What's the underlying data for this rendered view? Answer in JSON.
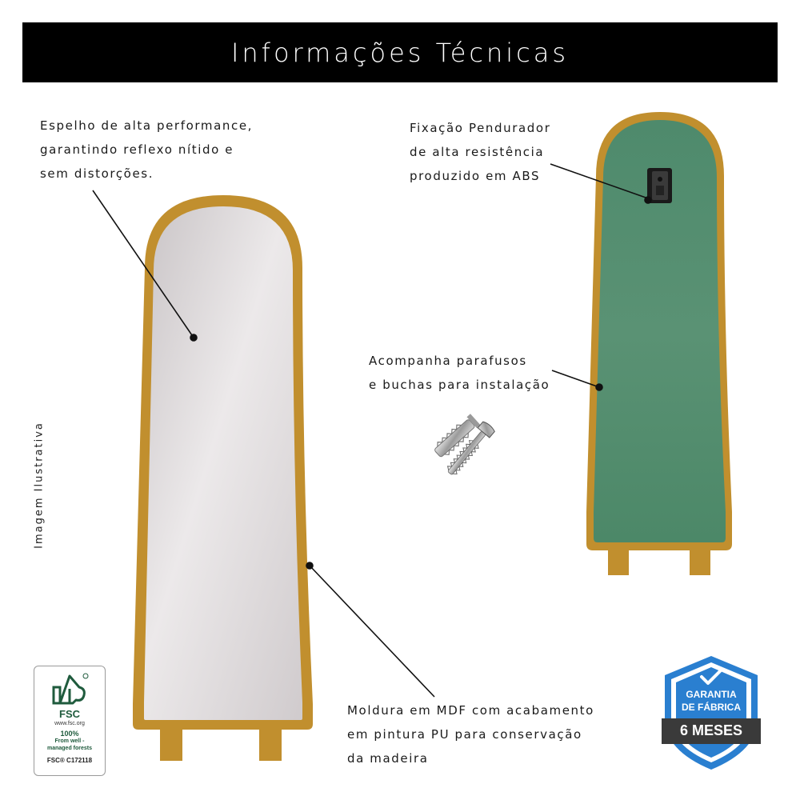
{
  "header": {
    "title": "Informações Técnicas"
  },
  "callouts": {
    "espelho": [
      "Espelho de alta performance,",
      "garantindo reflexo nítido e",
      "sem distorções."
    ],
    "fixacao": [
      "Fixação Pendurador",
      "de alta resistência",
      "produzido em ABS"
    ],
    "acompanha": [
      "Acompanha parafusos",
      "e buchas para instalação"
    ],
    "moldura": [
      "Moldura em MDF com acabamento",
      "em pintura PU para conservação",
      "da madeira"
    ]
  },
  "side_note": "Imagem Ilustrativa",
  "fsc": {
    "brand": "FSC",
    "site": "www.fsc.org",
    "percent": "100%",
    "line1": "From well -",
    "line2": "managed forests",
    "code": "FSC® C172118"
  },
  "badge": {
    "line1": "GARANTIA",
    "line2": "DE FÁBRICA",
    "duration": "6 MESES"
  },
  "colors": {
    "frame_gold": "#C18F2E",
    "mirror_back_green": "#4E8A6C",
    "badge_blue": "#2A7FD0",
    "fsc_green": "#1F5B3D"
  }
}
